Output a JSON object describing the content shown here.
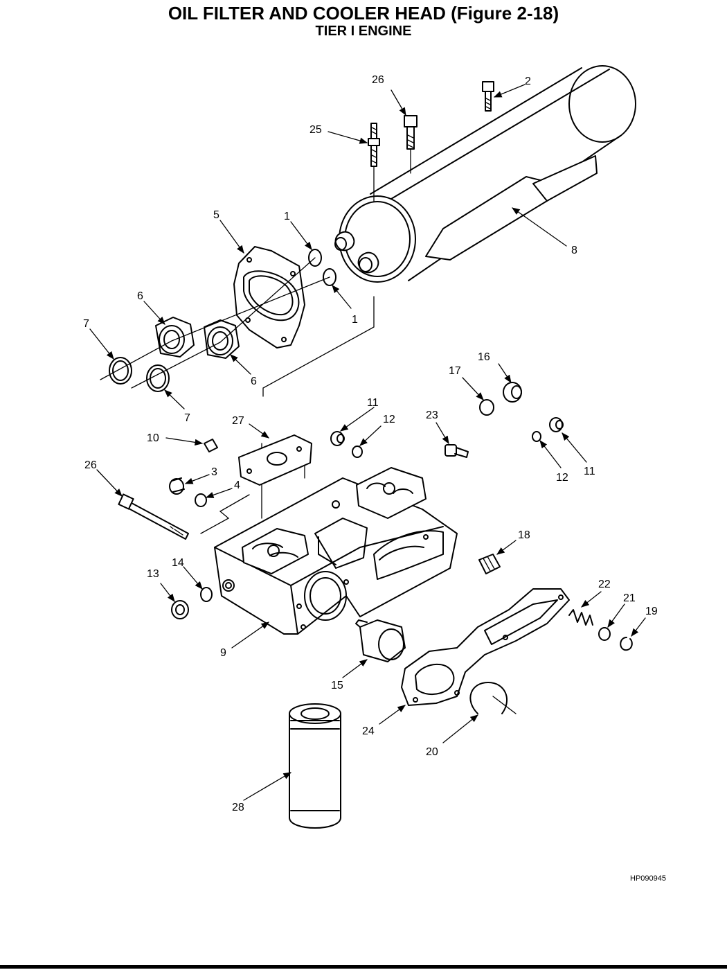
{
  "header": {
    "title": "OIL FILTER AND COOLER HEAD (Figure 2-18)",
    "subtitle": "TIER I ENGINE"
  },
  "figure_id": "HP090945",
  "callouts": [
    {
      "id": "c-2",
      "label": "2"
    },
    {
      "id": "c-26a",
      "label": "26"
    },
    {
      "id": "c-25",
      "label": "25"
    },
    {
      "id": "c-5",
      "label": "5"
    },
    {
      "id": "c-1a",
      "label": "1"
    },
    {
      "id": "c-1b",
      "label": "1"
    },
    {
      "id": "c-8",
      "label": "8"
    },
    {
      "id": "c-6a",
      "label": "6"
    },
    {
      "id": "c-6b",
      "label": "6"
    },
    {
      "id": "c-7a",
      "label": "7"
    },
    {
      "id": "c-7b",
      "label": "7"
    },
    {
      "id": "c-16",
      "label": "16"
    },
    {
      "id": "c-17",
      "label": "17"
    },
    {
      "id": "c-11a",
      "label": "11"
    },
    {
      "id": "c-12a",
      "label": "12"
    },
    {
      "id": "c-23",
      "label": "23"
    },
    {
      "id": "c-27",
      "label": "27"
    },
    {
      "id": "c-10",
      "label": "10"
    },
    {
      "id": "c-12b",
      "label": "12"
    },
    {
      "id": "c-11b",
      "label": "11"
    },
    {
      "id": "c-26b",
      "label": "26"
    },
    {
      "id": "c-3",
      "label": "3"
    },
    {
      "id": "c-4",
      "label": "4"
    },
    {
      "id": "c-18",
      "label": "18"
    },
    {
      "id": "c-14",
      "label": "14"
    },
    {
      "id": "c-13",
      "label": "13"
    },
    {
      "id": "c-22",
      "label": "22"
    },
    {
      "id": "c-21",
      "label": "21"
    },
    {
      "id": "c-19",
      "label": "19"
    },
    {
      "id": "c-9",
      "label": "9"
    },
    {
      "id": "c-15",
      "label": "15"
    },
    {
      "id": "c-24",
      "label": "24"
    },
    {
      "id": "c-20",
      "label": "20"
    },
    {
      "id": "c-28",
      "label": "28"
    }
  ]
}
